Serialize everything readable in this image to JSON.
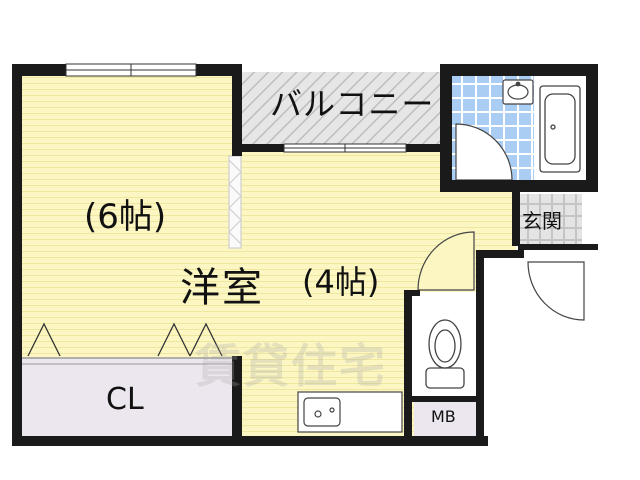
{
  "rooms": {
    "main_six": "(6帖)",
    "main_four": "(4帖)",
    "western_room": "洋室",
    "closet": "CL",
    "balcony": "バルコニー",
    "entrance": "玄関",
    "meter_box": "MB"
  },
  "watermark": "賃貸住宅",
  "colors": {
    "room_floor": "#fbf6c2",
    "floor_stripe": "#f0e7a0",
    "wall": "#1a1a1a",
    "closet_fill": "#ece7ee",
    "bath_tile": "#a9ccf2",
    "balcony_hatch": "#d8d8d8",
    "entrance_tile": "#e2e2e2"
  }
}
